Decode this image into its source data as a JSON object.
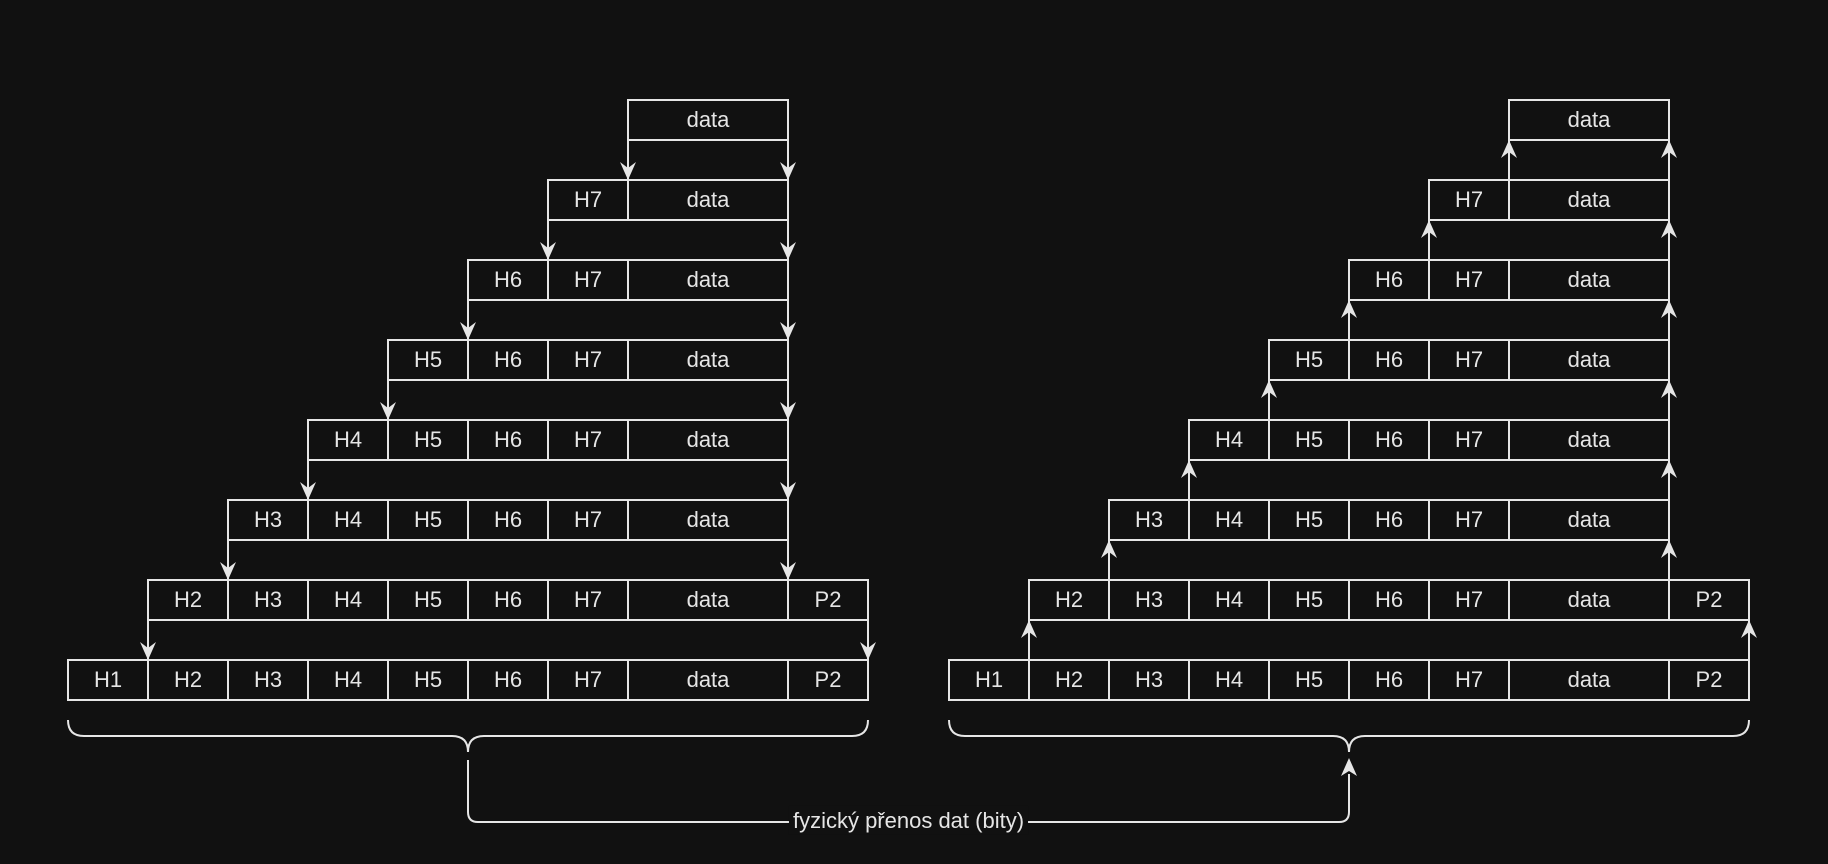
{
  "encapsulation_stack": {
    "rows": [
      [
        "data"
      ],
      [
        "H7",
        "data"
      ],
      [
        "H6",
        "H7",
        "data"
      ],
      [
        "H5",
        "H6",
        "H7",
        "data"
      ],
      [
        "H4",
        "H5",
        "H6",
        "H7",
        "data"
      ],
      [
        "H3",
        "H4",
        "H5",
        "H6",
        "H7",
        "data"
      ],
      [
        "H2",
        "H3",
        "H4",
        "H5",
        "H6",
        "H7",
        "data",
        "P2"
      ],
      [
        "H1",
        "H2",
        "H3",
        "H4",
        "H5",
        "H6",
        "H7",
        "data",
        "P2"
      ]
    ]
  },
  "decapsulation_stack": {
    "rows": [
      [
        "data"
      ],
      [
        "H7",
        "data"
      ],
      [
        "H6",
        "H7",
        "data"
      ],
      [
        "H5",
        "H6",
        "H7",
        "data"
      ],
      [
        "H4",
        "H5",
        "H6",
        "H7",
        "data"
      ],
      [
        "H3",
        "H4",
        "H5",
        "H6",
        "H7",
        "data"
      ],
      [
        "H2",
        "H3",
        "H4",
        "H5",
        "H6",
        "H7",
        "data",
        "P2"
      ],
      [
        "H1",
        "H2",
        "H3",
        "H4",
        "H5",
        "H6",
        "H7",
        "data",
        "P2"
      ]
    ]
  },
  "transfer": {
    "caption": "fyzický přenos dat (bity)"
  },
  "colors": {
    "background": "#111111",
    "line": "#e6e6e6"
  }
}
